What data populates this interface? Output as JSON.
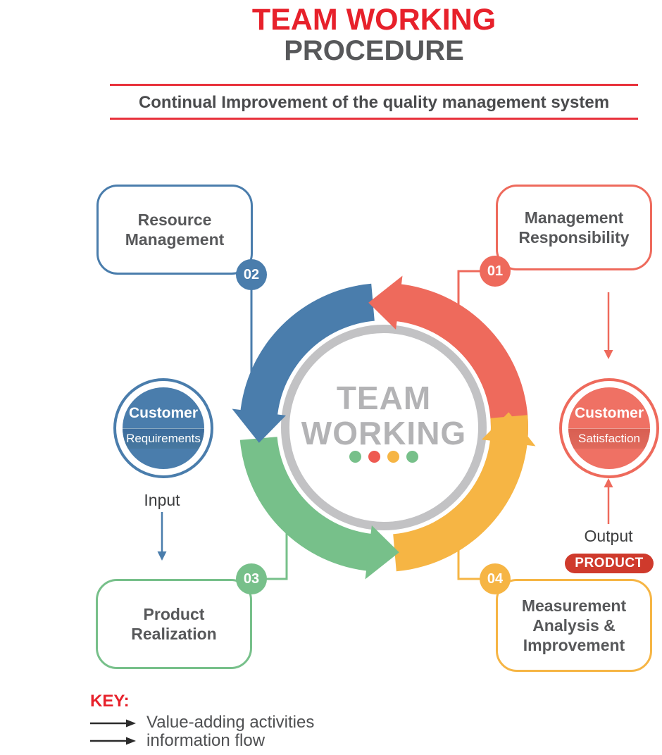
{
  "header": {
    "title_line1": "TEAM WORKING",
    "title_line2": "PROCEDURE",
    "subtitle": "Continual Improvement of the quality management system"
  },
  "cycle": {
    "center_line1": "TEAM",
    "center_line2": "WORKING",
    "dot_colors": [
      "#77c08a",
      "#ee5a51",
      "#f6b544",
      "#77c08a"
    ],
    "direction": "counterclockwise",
    "steps": [
      {
        "number": "01",
        "label": "Management Responsibility",
        "color": "#ee6a5c"
      },
      {
        "number": "02",
        "label": "Resource Management",
        "color": "#4a7dac"
      },
      {
        "number": "03",
        "label": "Product Realization",
        "color": "#77c08a"
      },
      {
        "number": "04",
        "label": "Measurement Analysis & Improvement",
        "color": "#f6b544"
      }
    ]
  },
  "left_flow": {
    "circle_line1": "Customer",
    "circle_line2": "Requirements",
    "arrow_label": "Input"
  },
  "right_flow": {
    "circle_line1": "Customer",
    "circle_line2": "Satisfaction",
    "arrow_label": "Output",
    "product_label": "PRODUCT"
  },
  "key": {
    "title": "KEY:",
    "items": [
      "Value-adding activities",
      "information flow"
    ]
  },
  "colors": {
    "blue": "#4a7dac",
    "red": "#ee6a5c",
    "green": "#77c08a",
    "yellow": "#f6b544",
    "title_red": "#e7212b",
    "line_red": "#e8323c",
    "product_red": "#cf3a2c",
    "text_dark": "#57585a",
    "ring_gray": "#c2c2c4",
    "center_gray": "#b3b3b5"
  }
}
